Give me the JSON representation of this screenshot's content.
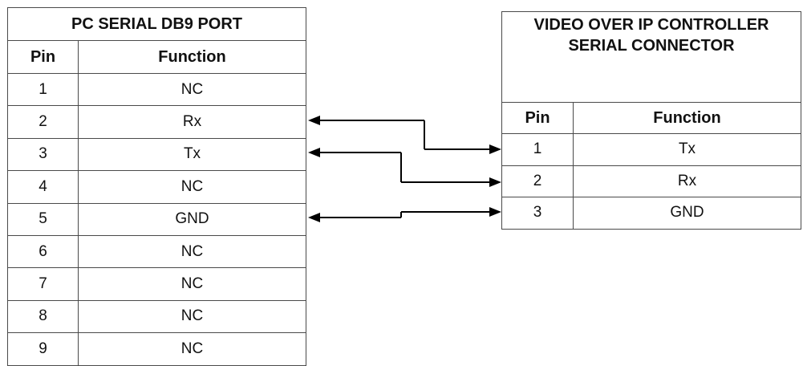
{
  "pc_port": {
    "title": "PC SERIAL DB9 PORT",
    "col_pin": "Pin",
    "col_function": "Function",
    "rows": [
      {
        "pin": "1",
        "function": "NC"
      },
      {
        "pin": "2",
        "function": "Rx"
      },
      {
        "pin": "3",
        "function": "Tx"
      },
      {
        "pin": "4",
        "function": "NC"
      },
      {
        "pin": "5",
        "function": "GND"
      },
      {
        "pin": "6",
        "function": "NC"
      },
      {
        "pin": "7",
        "function": "NC"
      },
      {
        "pin": "8",
        "function": "NC"
      },
      {
        "pin": "9",
        "function": "NC"
      }
    ]
  },
  "controller_port": {
    "title_line1": "VIDEO OVER IP CONTROLLER",
    "title_line2": "SERIAL CONNECTOR",
    "col_pin": "Pin",
    "col_function": "Function",
    "rows": [
      {
        "pin": "1",
        "function": "Tx"
      },
      {
        "pin": "2",
        "function": "Rx"
      },
      {
        "pin": "3",
        "function": "GND"
      }
    ]
  },
  "connections": [
    {
      "from_pin": "2",
      "to_pin": "1",
      "bidirectional": true
    },
    {
      "from_pin": "3",
      "to_pin": "2",
      "bidirectional": true
    },
    {
      "from_pin": "5",
      "to_pin": "3",
      "bidirectional": true
    }
  ],
  "colors": {
    "line": "#000000",
    "border": "#4a4a4a",
    "text": "#111111",
    "background": "#ffffff"
  }
}
